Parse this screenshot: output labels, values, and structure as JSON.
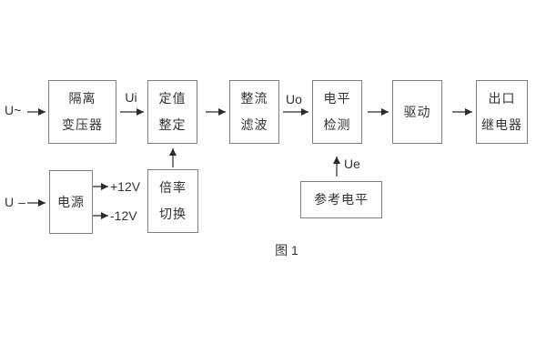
{
  "figure": {
    "caption": "图 1",
    "inputs": {
      "ac": "U~",
      "dc": "U–"
    },
    "signals": {
      "ui": "Ui",
      "uo": "Uo",
      "ue": "Ue",
      "rail_pos": "+12V",
      "rail_neg": "-12V"
    },
    "blocks": {
      "isolation_transformer": {
        "line1": "隔离",
        "line2": "变压器"
      },
      "setting": {
        "line1": "定值",
        "line2": "整定"
      },
      "rectifier_filter": {
        "line1": "整流",
        "line2": "滤波"
      },
      "level_detect": {
        "line1": "电平",
        "line2": "检测"
      },
      "driver": {
        "line1": "驱动"
      },
      "output_relay": {
        "line1": "出口",
        "line2": "继电器"
      },
      "power": {
        "line1": "电源"
      },
      "ratio_switch": {
        "line1": "倍率",
        "line2": "切换"
      },
      "reference_level": {
        "line1": "参考电平"
      }
    },
    "colors": {
      "background": "#ffffff",
      "box_border": "#7f7f7f",
      "line": "#2b2b2b",
      "text": "#333333"
    }
  }
}
